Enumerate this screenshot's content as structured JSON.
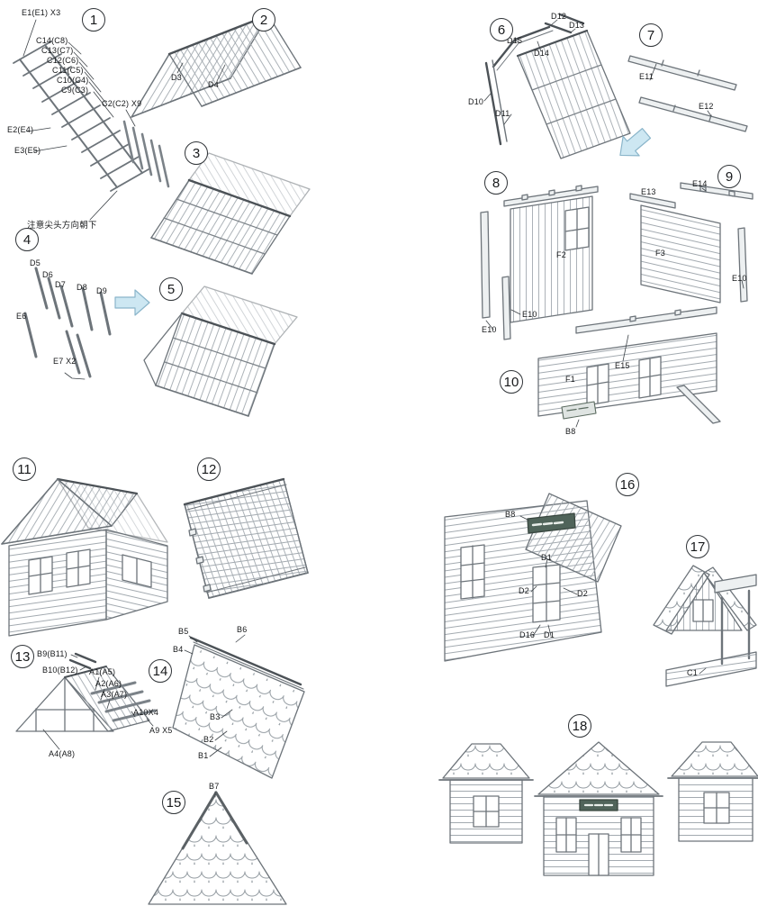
{
  "diagram": {
    "kind": "model-house-assembly-instructions",
    "accent_arrow_color": "#cde7f2"
  },
  "steps": [
    {
      "number": "1",
      "labels": [
        "E1(E1) X3",
        "C14(C8)",
        "C13(C7)",
        "C12(C6)",
        "C11(C5)",
        "C10(C4)",
        "C9(C3)",
        "C2(C2) X9",
        "E2(E4)",
        "E3(E5)",
        "注意尖头方向朝下"
      ]
    },
    {
      "number": "2",
      "labels": [
        "D3",
        "D4"
      ]
    },
    {
      "number": "3",
      "labels": []
    },
    {
      "number": "4",
      "labels": [
        "D5",
        "D6",
        "D7",
        "D8",
        "D9",
        "E6",
        "E7 X2"
      ]
    },
    {
      "number": "5",
      "labels": []
    },
    {
      "number": "6",
      "labels": [
        "D12",
        "D13",
        "D15",
        "D14",
        "D10",
        "D11"
      ]
    },
    {
      "number": "7",
      "labels": [
        "E11",
        "E12"
      ]
    },
    {
      "number": "8",
      "labels": [
        "F2",
        "E10",
        "E10"
      ]
    },
    {
      "number": "9",
      "labels": [
        "E13",
        "E14",
        "F3",
        "E10"
      ]
    },
    {
      "number": "10",
      "labels": [
        "E15",
        "F1",
        "B8"
      ]
    },
    {
      "number": "11",
      "labels": []
    },
    {
      "number": "12",
      "labels": []
    },
    {
      "number": "13",
      "labels": [
        "B9(B11)",
        "B10(B12)",
        "A1(A5)",
        "A2(A6)",
        "A3(A7)",
        "A10X4",
        "A9 X5",
        "A4(A8)"
      ]
    },
    {
      "number": "14",
      "labels": [
        "B5",
        "B6",
        "B4",
        "B3",
        "B2",
        "B1"
      ]
    },
    {
      "number": "15",
      "labels": [
        "B7"
      ]
    },
    {
      "number": "16",
      "labels": [
        "B8",
        "D1",
        "D2",
        "D2",
        "D16",
        "D1"
      ]
    },
    {
      "number": "17",
      "labels": [
        "C1"
      ]
    },
    {
      "number": "18",
      "labels": []
    }
  ]
}
